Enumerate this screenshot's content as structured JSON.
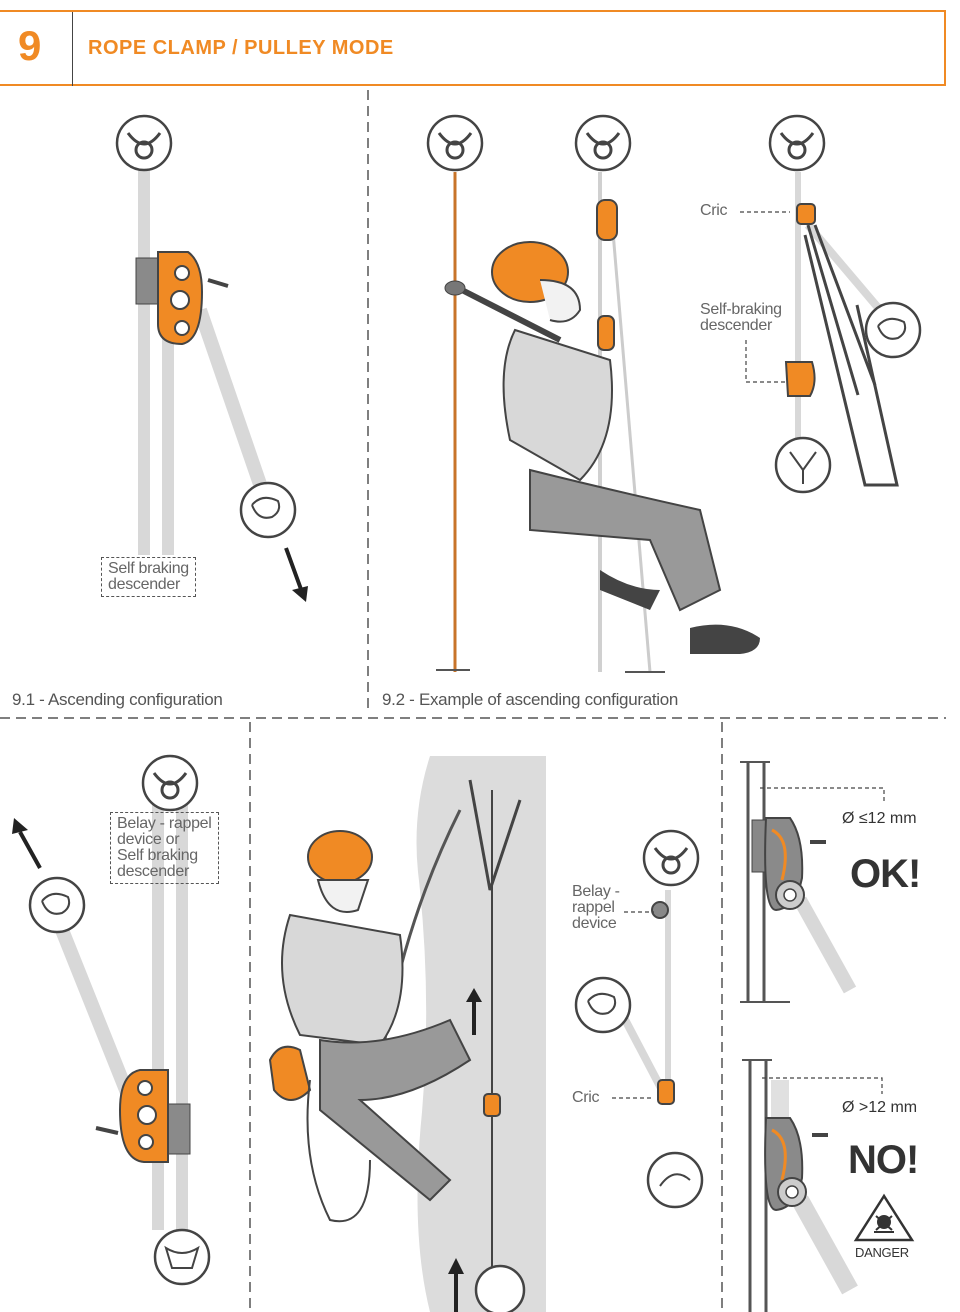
{
  "header": {
    "section_number": "9",
    "title": "ROPE CLAMP / PULLEY MODE"
  },
  "panels": {
    "p91": {
      "caption": "9.1 - Ascending configuration",
      "label_line1": "Self braking",
      "label_line2": "descender"
    },
    "p92": {
      "caption": "9.2 - Example of ascending configuration",
      "cric": "Cric",
      "self_braking_line1": "Self-braking",
      "self_braking_line2": "descender"
    },
    "p93": {
      "label_line1": "Belay - rappel",
      "label_line2": "device or",
      "label_line3": "Self braking",
      "label_line4": "descender"
    },
    "p94": {
      "belay_line1": "Belay -",
      "belay_line2": "rappel",
      "belay_line3": "device",
      "cric": "Cric"
    },
    "p95": {
      "ok_dim": "Ø ≤12 mm",
      "ok": "OK!",
      "no_dim": "Ø >12 mm",
      "no": "NO!",
      "danger": "DANGER"
    }
  },
  "colors": {
    "accent": "#f08a24",
    "rope": "#d9d9d9",
    "text": "#555555"
  }
}
